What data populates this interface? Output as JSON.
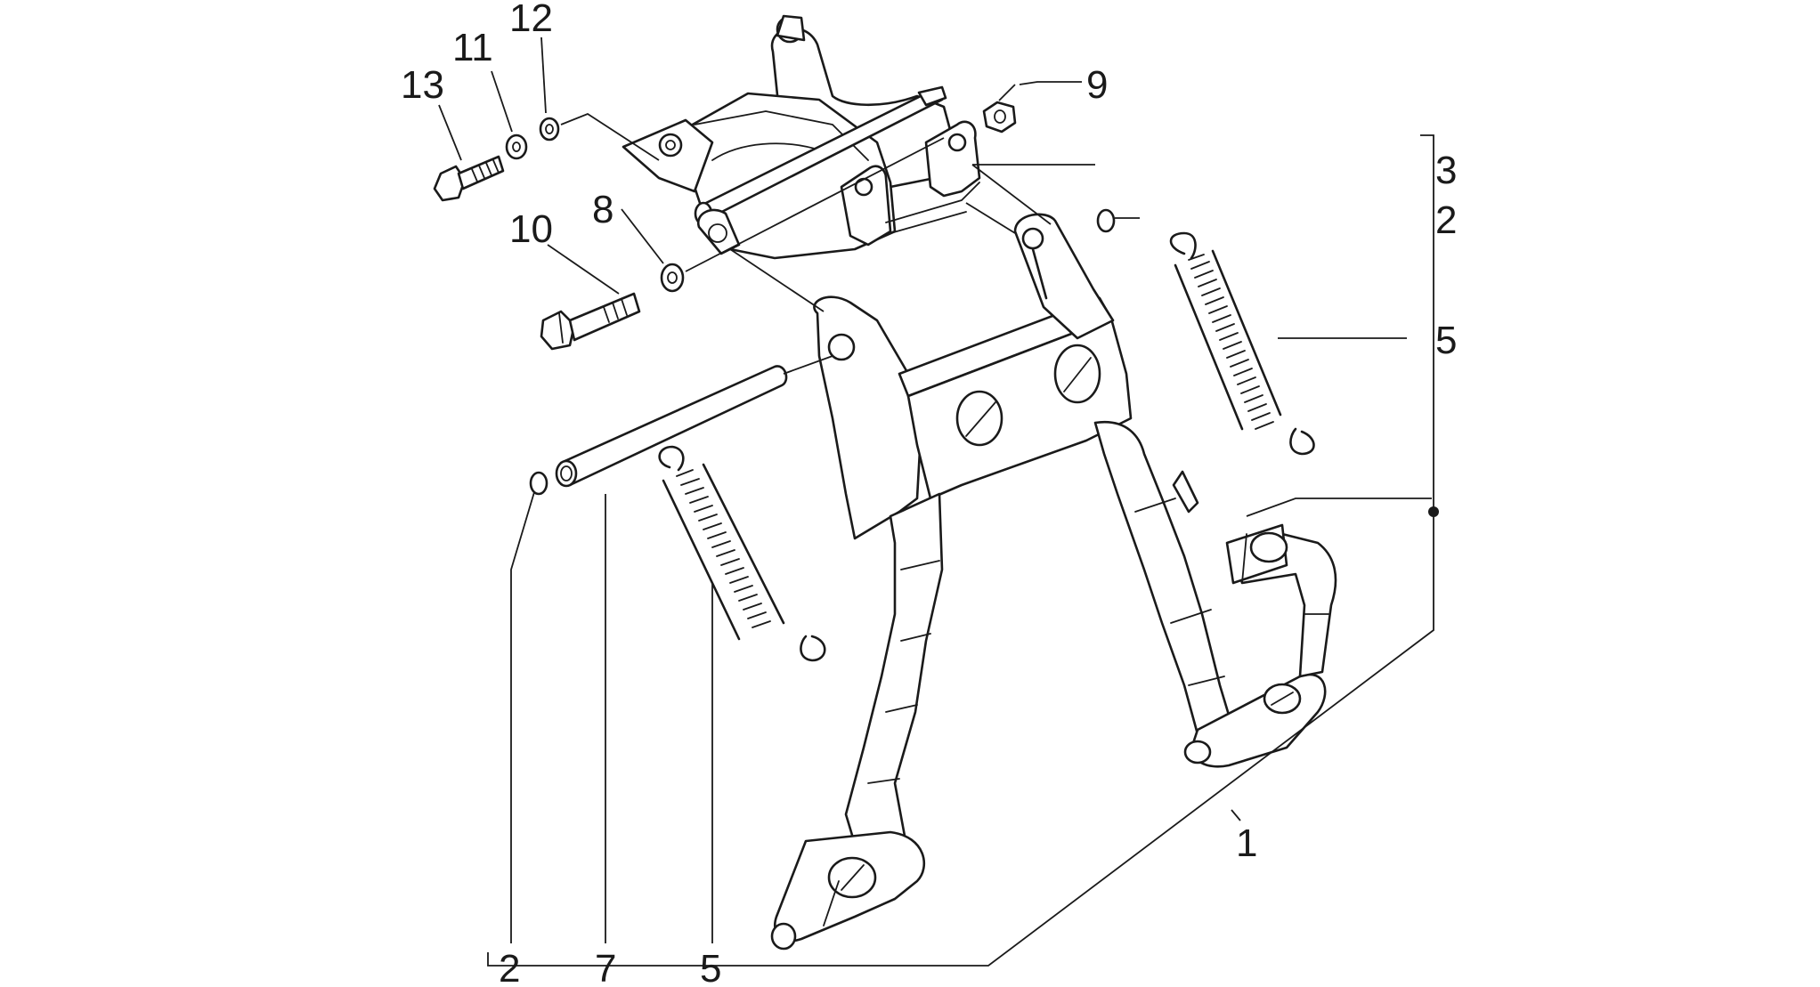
{
  "callouts": {
    "c1": "1",
    "c2_right": "2",
    "c2_bottom": "2",
    "c3": "3",
    "c5_right": "5",
    "c5_bottom": "5",
    "c7": "7",
    "c8": "8",
    "c9": "9",
    "c10": "10",
    "c11": "11",
    "c12": "12",
    "c13": "13"
  },
  "colors": {
    "line": "#1a1a1a",
    "background": "#ffffff"
  }
}
